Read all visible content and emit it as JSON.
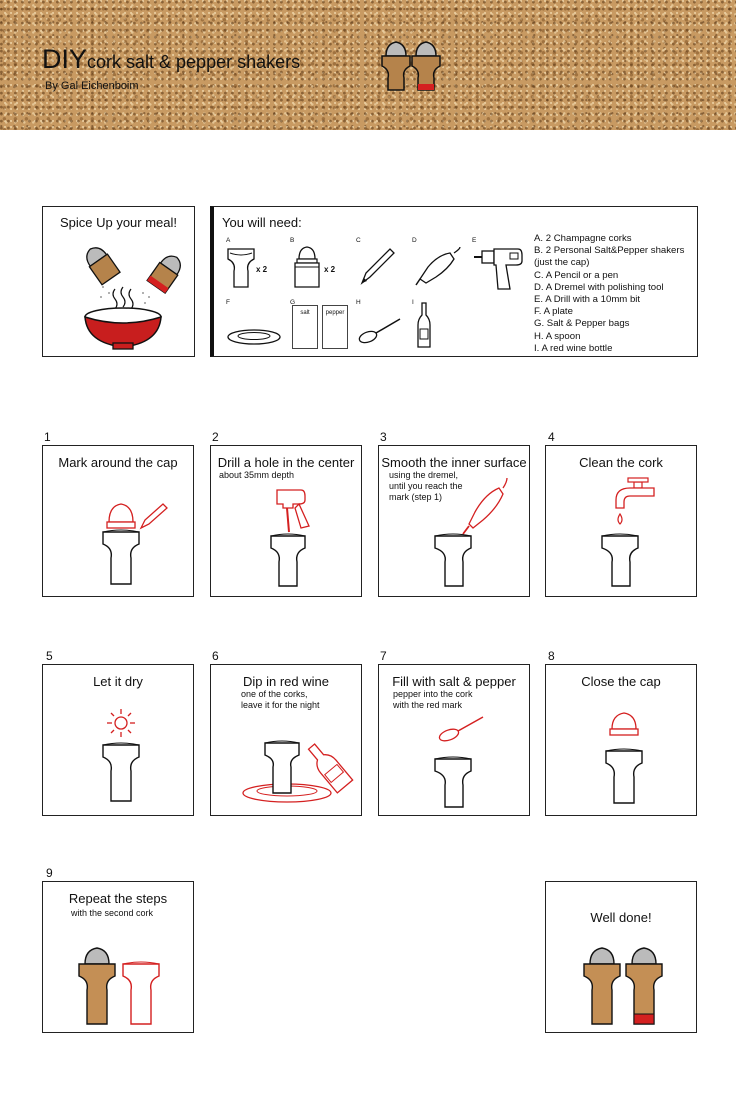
{
  "header": {
    "title_big": "DIY",
    "title_rest": "cork salt & pepper shakers",
    "byline": "By Gal Eichenboim"
  },
  "colors": {
    "accent_red": "#d42020",
    "cork": "#c89a62",
    "ink": "#111111"
  },
  "intro": {
    "title": "Spice Up your meal!"
  },
  "needs": {
    "title": "You will need:",
    "tool_letters": [
      "A",
      "B",
      "C",
      "D",
      "E",
      "F",
      "G",
      "H",
      "I"
    ],
    "x2": "x 2",
    "bag_labels": [
      "salt",
      "pepper"
    ],
    "legend": [
      "A.  2 Champagne corks",
      "B.  2 Personal Salt&Pepper shakers",
      "       (just the cap)",
      "C.  A Pencil or a pen",
      "D.  A Dremel with polishing tool",
      "E.  A Drill with a 10mm bit",
      "F.  A plate",
      "G. Salt & Pepper bags",
      "H. A spoon",
      "I.   A red wine bottle"
    ]
  },
  "steps": [
    {
      "num": "1",
      "title": "Mark around the cap",
      "subtitle": []
    },
    {
      "num": "2",
      "title": "Drill a hole in the center",
      "subtitle": [
        "about 35mm depth"
      ]
    },
    {
      "num": "3",
      "title": "Smooth the inner surface",
      "subtitle": [
        "using the dremel,",
        "until you reach the",
        "mark (step 1)"
      ]
    },
    {
      "num": "4",
      "title": "Clean the cork",
      "subtitle": []
    },
    {
      "num": "5",
      "title": "Let it dry",
      "subtitle": []
    },
    {
      "num": "6",
      "title": "Dip in red wine",
      "subtitle": [
        "one of the corks,",
        "leave it for the night"
      ]
    },
    {
      "num": "7",
      "title": "Fill with salt & pepper",
      "subtitle": [
        "pepper into the cork",
        "with the red mark"
      ]
    },
    {
      "num": "8",
      "title": "Close the cap",
      "subtitle": []
    },
    {
      "num": "9",
      "title": "Repeat the steps",
      "subtitle": [
        "with the second cork"
      ]
    }
  ],
  "finale": {
    "title": "Well done!"
  }
}
